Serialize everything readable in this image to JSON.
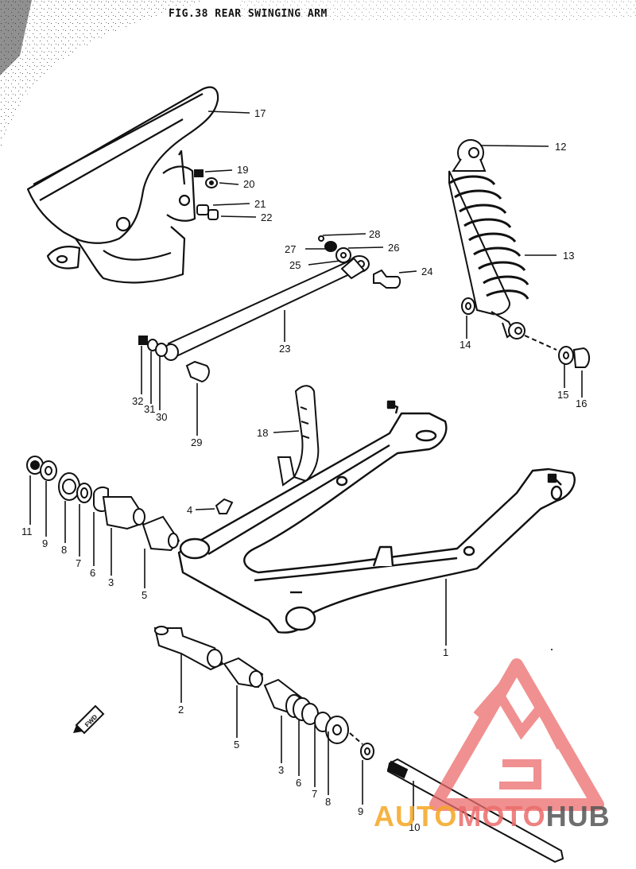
{
  "figure": {
    "title": "FIG.38  REAR SWINGING ARM"
  },
  "fwd_mark": "FWD",
  "callouts": [
    {
      "id": "c17",
      "text": "17"
    },
    {
      "id": "c19",
      "text": "19"
    },
    {
      "id": "c20",
      "text": "20"
    },
    {
      "id": "c21",
      "text": "21"
    },
    {
      "id": "c22",
      "text": "22"
    },
    {
      "id": "c12",
      "text": "12"
    },
    {
      "id": "c13",
      "text": "13"
    },
    {
      "id": "c28",
      "text": "28"
    },
    {
      "id": "c27",
      "text": "27"
    },
    {
      "id": "c26",
      "text": "26"
    },
    {
      "id": "c25",
      "text": "25"
    },
    {
      "id": "c24",
      "text": "24"
    },
    {
      "id": "c23",
      "text": "23"
    },
    {
      "id": "c14",
      "text": "14"
    },
    {
      "id": "c15",
      "text": "15"
    },
    {
      "id": "c16",
      "text": "16"
    },
    {
      "id": "c32",
      "text": "32"
    },
    {
      "id": "c31",
      "text": "31"
    },
    {
      "id": "c30",
      "text": "30"
    },
    {
      "id": "c29",
      "text": "29"
    },
    {
      "id": "c18",
      "text": "18"
    },
    {
      "id": "c4",
      "text": "4"
    },
    {
      "id": "c11",
      "text": "11"
    },
    {
      "id": "c9a",
      "text": "9"
    },
    {
      "id": "c8a",
      "text": "8"
    },
    {
      "id": "c7a",
      "text": "7"
    },
    {
      "id": "c6a",
      "text": "6"
    },
    {
      "id": "c3a",
      "text": "3"
    },
    {
      "id": "c5a",
      "text": "5"
    },
    {
      "id": "c1",
      "text": "1"
    },
    {
      "id": "c2",
      "text": "2"
    },
    {
      "id": "c5b",
      "text": "5"
    },
    {
      "id": "c3b",
      "text": "3"
    },
    {
      "id": "c6b",
      "text": "6"
    },
    {
      "id": "c7b",
      "text": "7"
    },
    {
      "id": "c8b",
      "text": "8"
    },
    {
      "id": "c9b",
      "text": "9"
    },
    {
      "id": "c10",
      "text": "10"
    }
  ],
  "watermark": {
    "part1": "AUTO",
    "part2": "MOTO",
    "part3": "HUB",
    "colors": {
      "orange": "#f5a623",
      "red": "#ec6c6c",
      "gray": "#555555"
    }
  }
}
